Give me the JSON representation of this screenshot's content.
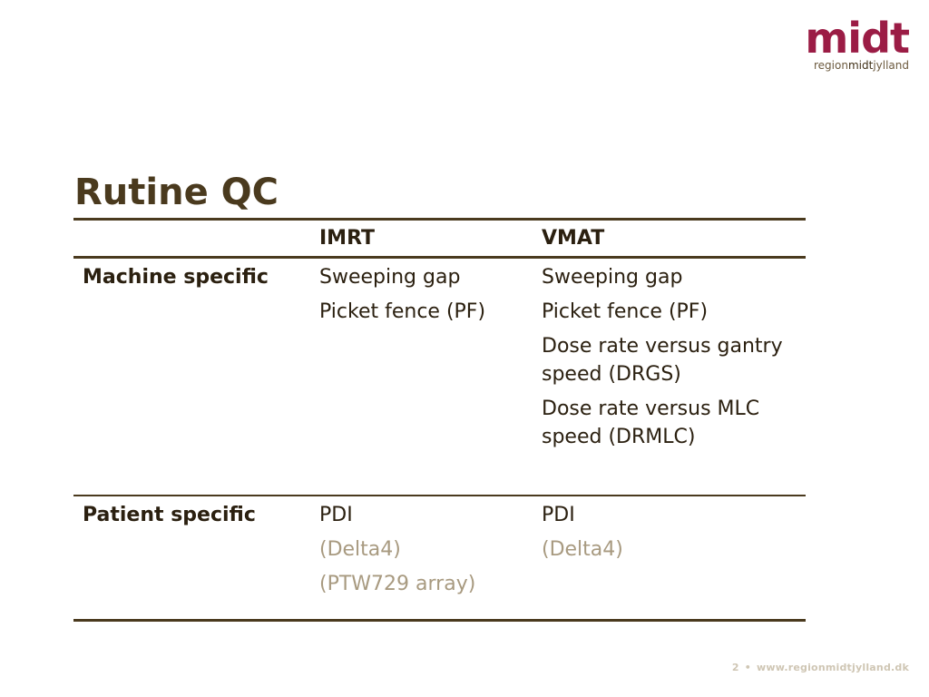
{
  "logo": {
    "mark": "midt",
    "sub_prefix": "region",
    "sub_middle": "midt",
    "sub_suffix": "jylland"
  },
  "slide": {
    "title": "Rutine QC"
  },
  "table": {
    "headers": [
      "",
      "IMRT",
      "VMAT"
    ],
    "rows": [
      {
        "label": "Machine specific",
        "imrt": [
          {
            "text": "Sweeping gap",
            "muted": false
          },
          {
            "text": "Picket fence (PF)",
            "muted": false
          }
        ],
        "vmat": [
          {
            "text": "Sweeping gap",
            "muted": false
          },
          {
            "text": "Picket fence (PF)",
            "muted": false
          },
          {
            "text": "Dose rate versus gantry speed (DRGS)",
            "muted": false
          },
          {
            "text": "Dose rate versus MLC speed (DRMLC)",
            "muted": false
          }
        ]
      },
      {
        "label": "Patient specific",
        "imrt": [
          {
            "text": "PDI",
            "muted": false
          },
          {
            "text": "(Delta4)",
            "muted": true
          },
          {
            "text": "(PTW729 array)",
            "muted": true
          }
        ],
        "vmat": [
          {
            "text": "PDI",
            "muted": false
          },
          {
            "text": "(Delta4)",
            "muted": true
          }
        ]
      }
    ]
  },
  "footer": {
    "page_number": "2",
    "separator": "•",
    "url": "www.regionmidtjylland.dk"
  },
  "colors": {
    "brand": "#9b1c45",
    "text": "#4a3a1e",
    "muted": "#a89a80"
  }
}
